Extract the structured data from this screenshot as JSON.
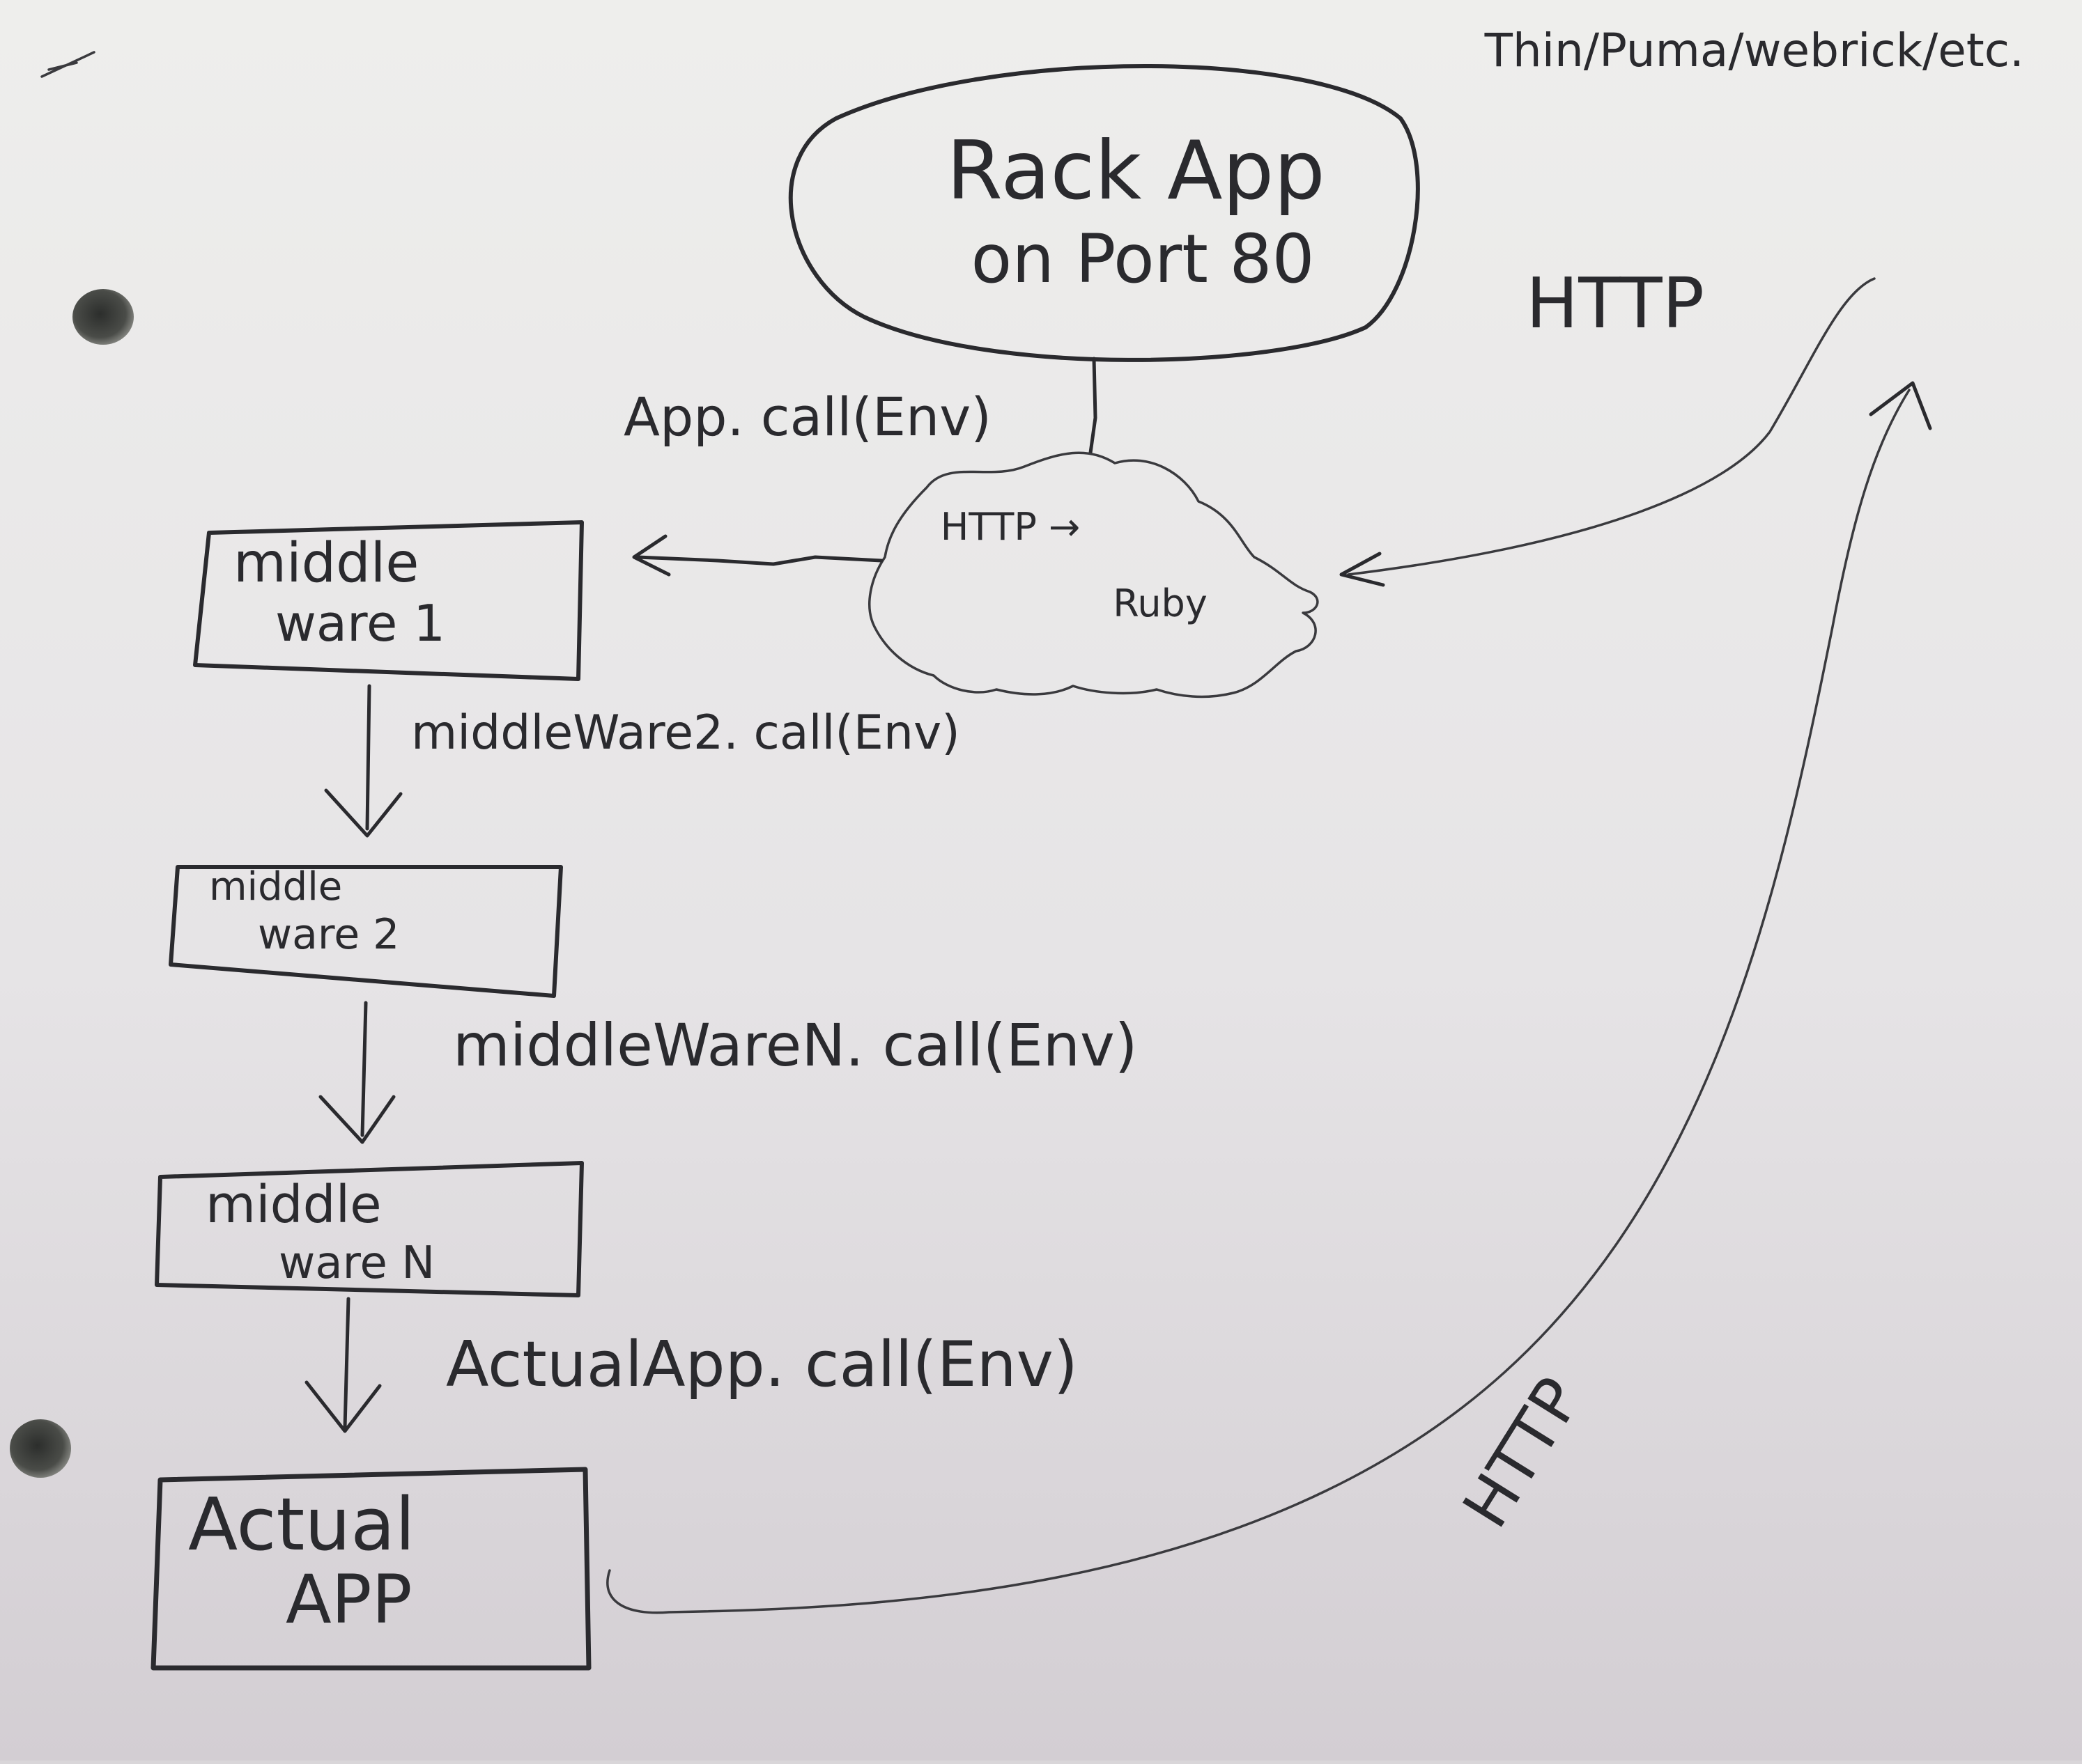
{
  "server_note": "Thin/Puma/webrick/etc.",
  "rack_app": {
    "line1": "Rack App",
    "line2": "on Port 80"
  },
  "translator": {
    "line1": "HTTP →",
    "line2": "Ruby"
  },
  "http_labels": {
    "inbound": "HTTP",
    "outbound": "HTTP"
  },
  "calls": {
    "app_call": "App. call(Env)",
    "middleware2_call": "middleWare2. call(Env)",
    "middlewareN_call": "middleWareN. call(Env)",
    "actual_app_call": "ActualApp. call(Env)"
  },
  "boxes": {
    "middleware1": {
      "line1": "middle",
      "line2": "ware 1"
    },
    "middleware2": {
      "line1": "middle",
      "line2": "ware 2"
    },
    "middlewareN": {
      "line1": "middle",
      "line2": "ware N"
    },
    "actual_app": {
      "line1": "Actual",
      "line2": "APP"
    }
  }
}
